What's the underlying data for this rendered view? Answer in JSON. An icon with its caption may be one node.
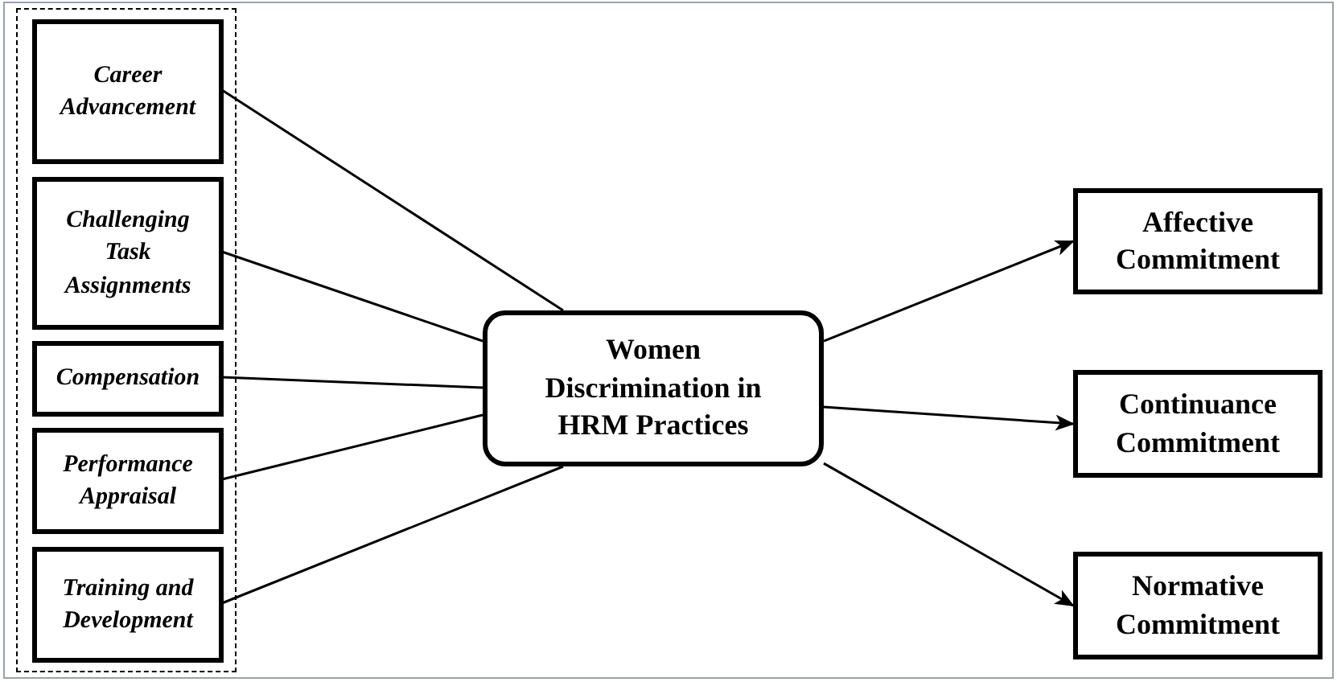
{
  "diagram": {
    "nodes": [
      {
        "text": [],
        "shape": "box"
      },
      {
        "text": [
          "Career Advancement"
        ],
        "in": 0
      },
      {
        "text": [
          "Challenging Task Assignments"
        ],
        "in": 0
      },
      {
        "text": [
          "Compensation"
        ],
        "in": 0
      },
      {
        "text": [
          "Performance Appraisal"
        ],
        "in": 0
      },
      {
        "text": [
          "Training and Development"
        ],
        "in": 0
      },
      {
        "text": [
          "Women Discrimination in HRM Practices"
        ]
      },
      {
        "text": [
          "Affective Commitment"
        ]
      },
      {
        "text": [
          "Continuance Commitment"
        ]
      },
      {
        "text": [
          "Normative Commitment"
        ]
      }
    ],
    "edges": [
      {
        "from": 1,
        "to": 6,
        "arrow": "none"
      },
      {
        "from": 2,
        "to": 6,
        "arrow": "none"
      },
      {
        "from": 3,
        "to": 6,
        "arrow": "none"
      },
      {
        "from": 4,
        "to": 6,
        "arrow": "none"
      },
      {
        "from": 5,
        "to": 6,
        "arrow": "none"
      },
      {
        "from": 6,
        "to": 7,
        "arrow": "to"
      },
      {
        "from": 6,
        "to": 8,
        "arrow": "to"
      },
      {
        "from": 6,
        "to": 9,
        "arrow": "to"
      }
    ]
  }
}
